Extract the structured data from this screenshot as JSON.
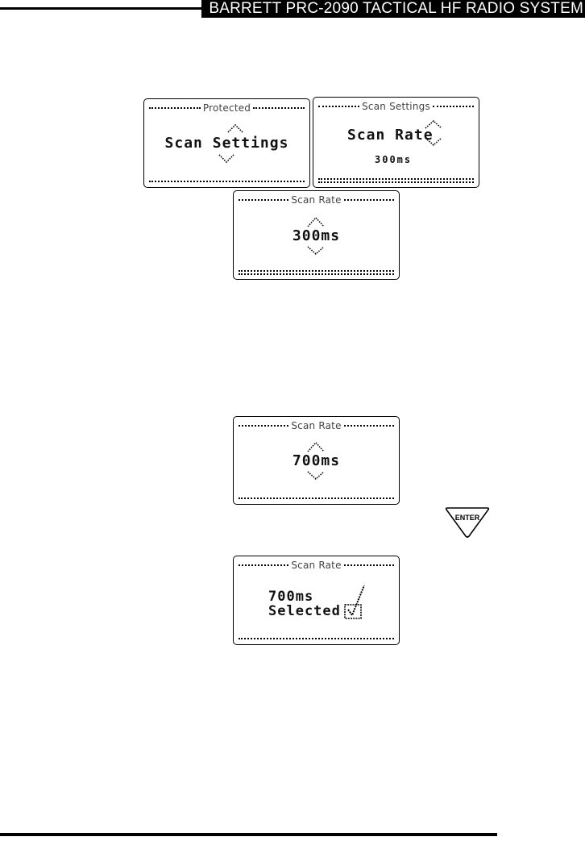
{
  "header": {
    "title": "BARRETT PRC-2090 TACTICAL HF RADIO SYSTEM"
  },
  "screens": {
    "protected": {
      "title": "Protected",
      "item": "Scan Settings"
    },
    "scan_settings": {
      "title": "Scan Settings",
      "item": "Scan Rate",
      "value": "300ms"
    },
    "scan_rate_300": {
      "title": "Scan Rate",
      "value": "300ms"
    },
    "scan_rate_700": {
      "title": "Scan Rate",
      "value": "700ms"
    },
    "scan_rate_selected": {
      "title": "Scan Rate",
      "line1": "700ms",
      "line2": "Selected"
    }
  },
  "enter_key": {
    "label": "ENTER"
  },
  "icons": [
    "up-arrow-icon",
    "down-arrow-icon",
    "checkbox-tick-icon",
    "enter-key-icon"
  ]
}
